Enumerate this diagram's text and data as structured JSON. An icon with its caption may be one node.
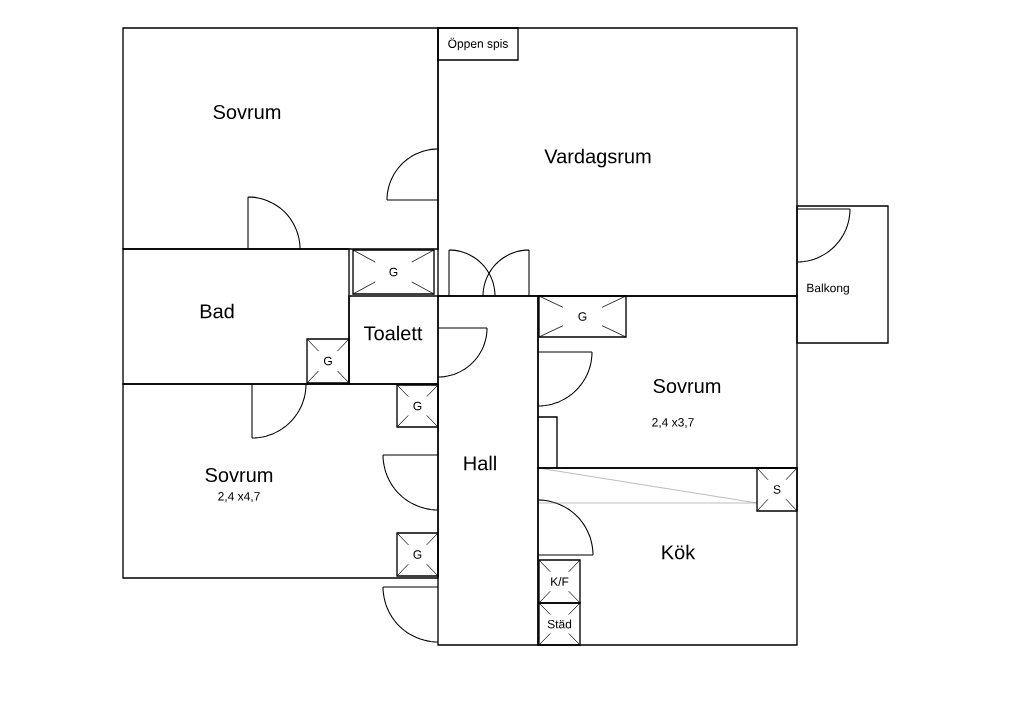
{
  "diagram": {
    "nodes": [
      {
        "text": [
          "Sovrum"
        ]
      },
      {
        "text": [
          "Vardagsrum"
        ]
      },
      {
        "text": [
          "Öppen spis"
        ],
        "in": 1
      },
      {
        "text": [
          "Balkong"
        ]
      },
      {
        "text": [
          "G"
        ]
      },
      {
        "text": [
          "Bad"
        ]
      },
      {
        "text": [
          "Toalett"
        ]
      },
      {
        "text": [
          "G"
        ],
        "in": 5
      },
      {
        "text": [
          "Sovrum",
          "2,4 x3,7"
        ]
      },
      {
        "text": [
          "G"
        ],
        "in": 8
      },
      {
        "text": [
          "Hall"
        ]
      },
      {
        "text": [
          "Sovrum",
          "2,4 x4,7"
        ]
      },
      {
        "text": [
          "G"
        ],
        "in": 11
      },
      {
        "text": [
          "G"
        ],
        "in": 11
      },
      {
        "text": [
          "Kök"
        ]
      },
      {
        "text": [
          "S"
        ],
        "in": 14
      },
      {
        "text": [
          "K/F"
        ],
        "in": 14
      },
      {
        "text": [
          "Städ"
        ],
        "in": 14
      }
    ]
  }
}
